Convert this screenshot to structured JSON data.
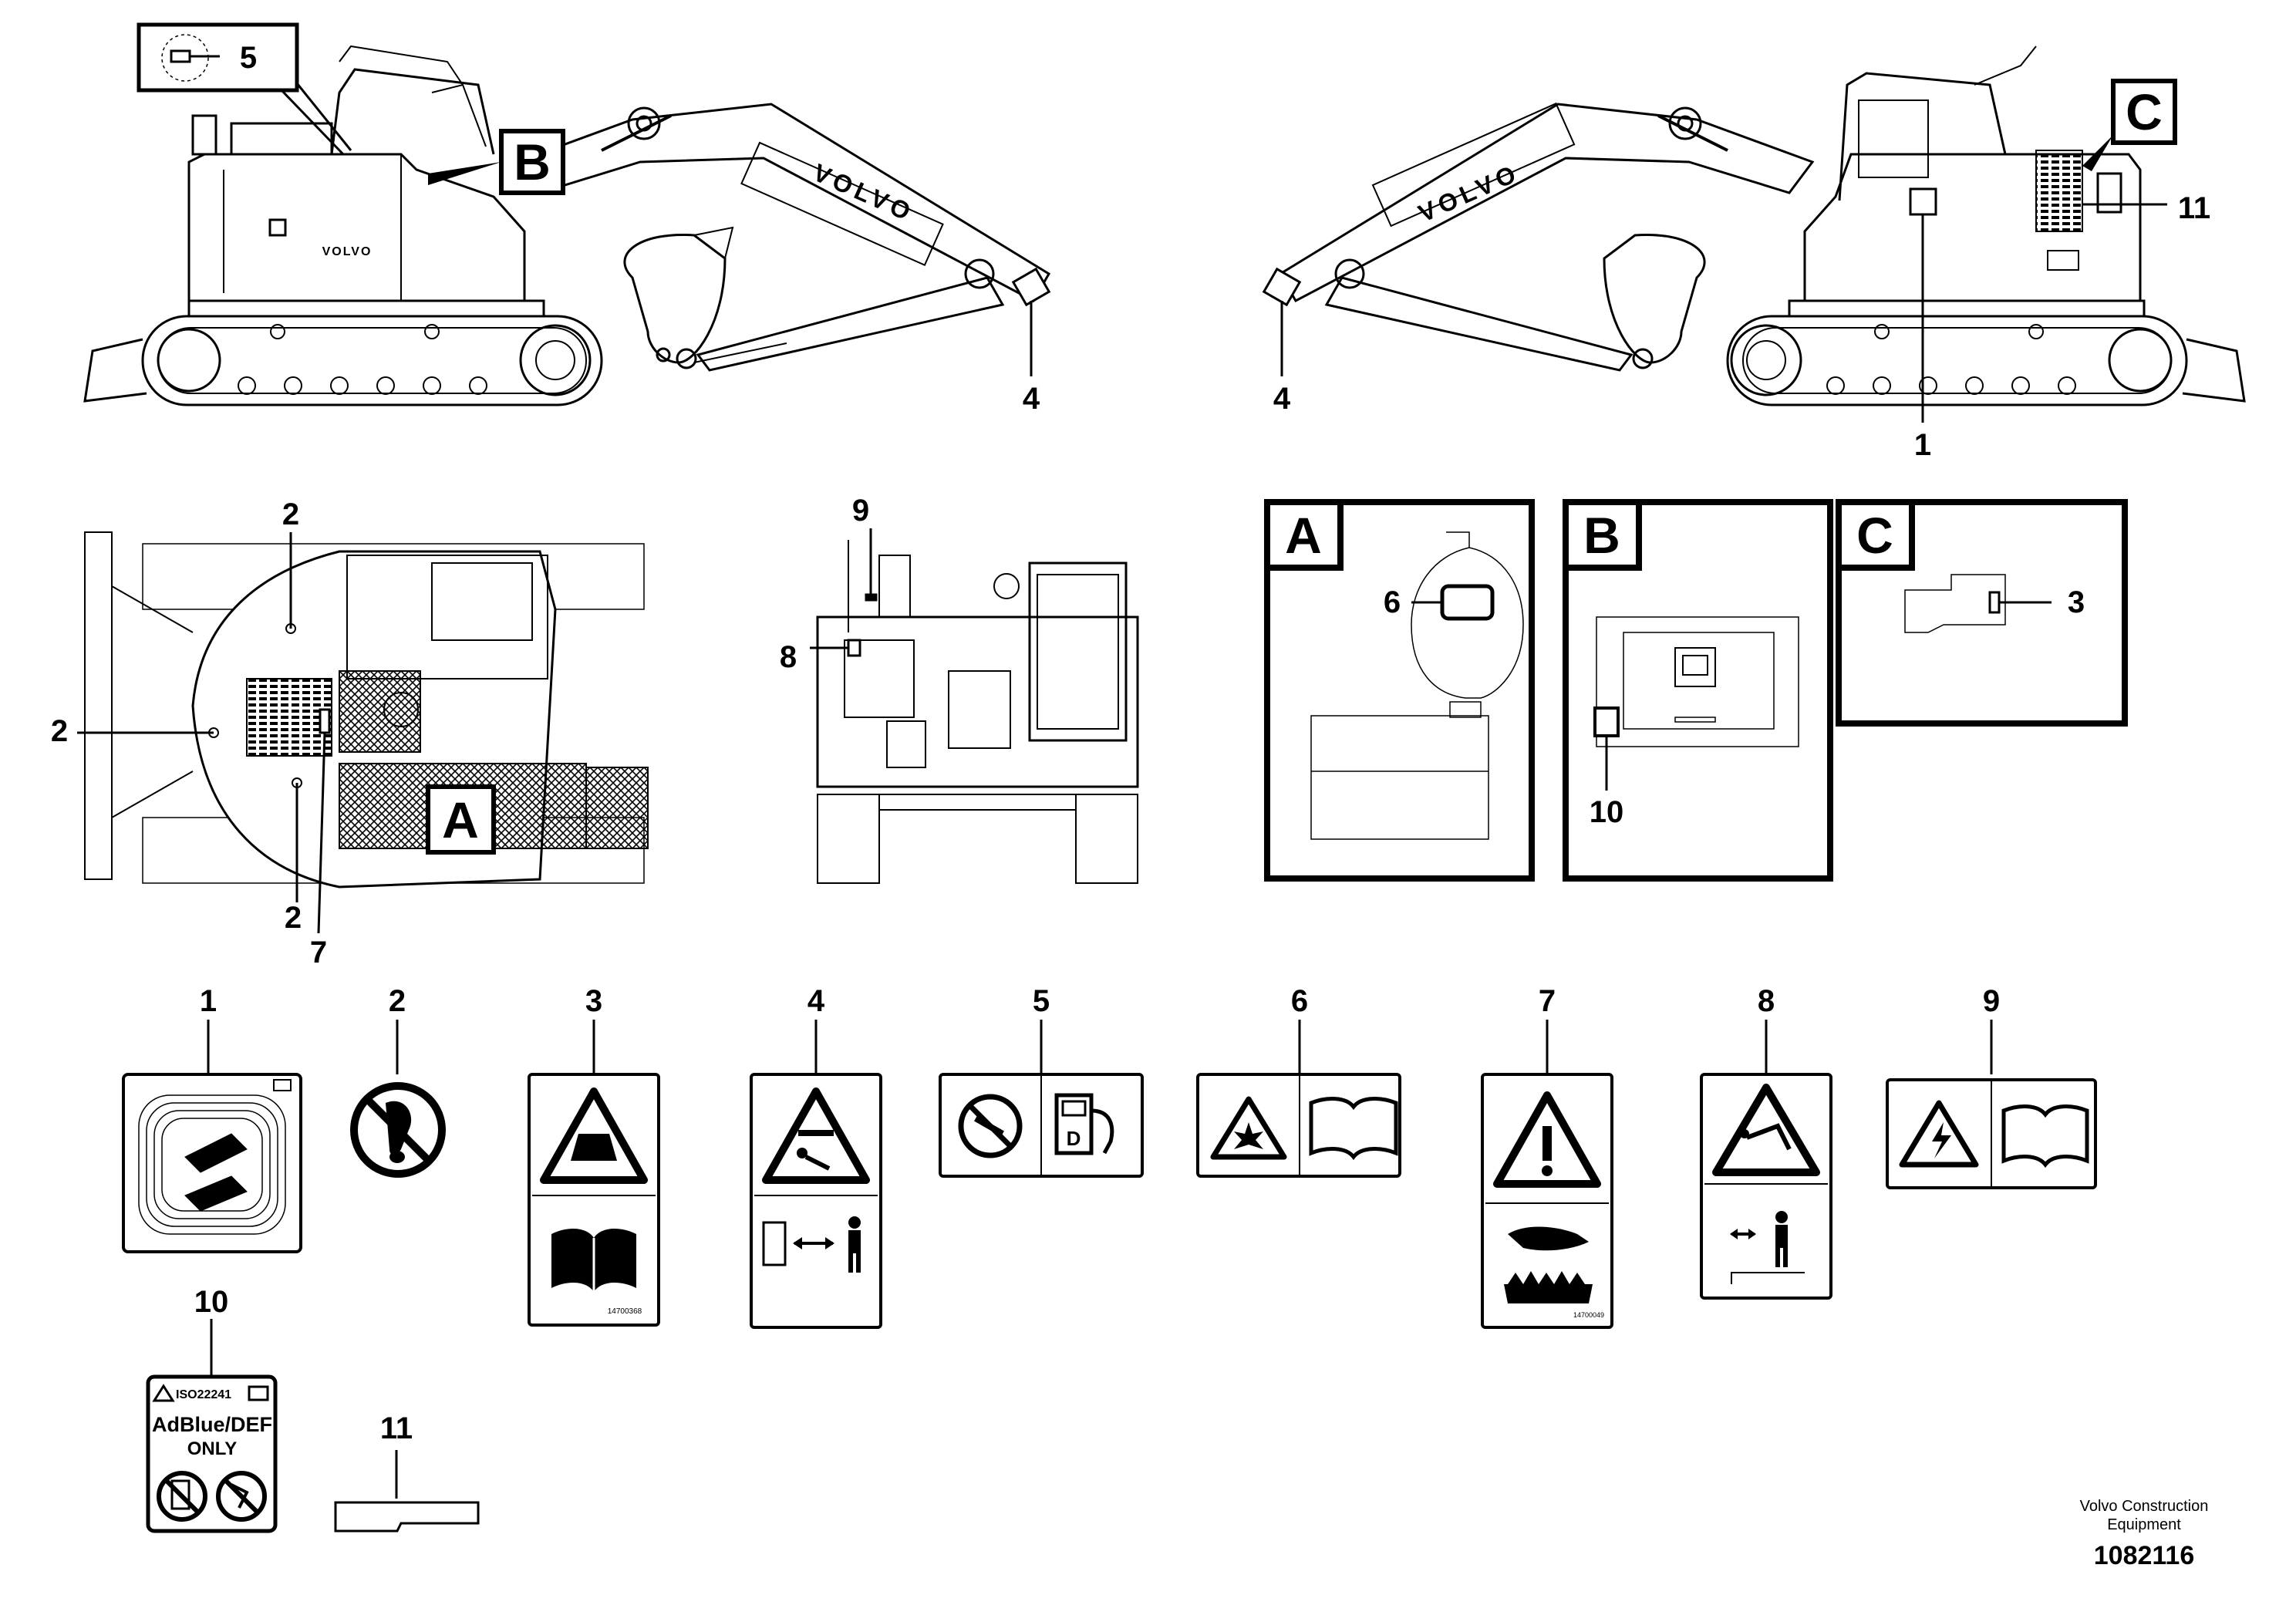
{
  "callouts": {
    "label_1": "1",
    "label_2": "2",
    "label_3": "3",
    "label_4": "4",
    "label_5": "5",
    "label_6": "6",
    "label_7": "7",
    "label_8": "8",
    "label_9": "9",
    "label_10": "10",
    "label_11": "11"
  },
  "detail_views": {
    "a": "A",
    "b": "B",
    "c": "C"
  },
  "machine_text": {
    "brand": "VOLVO"
  },
  "decal_10": {
    "standard": "ISO22241",
    "line1": "AdBlue/DEF",
    "line2": "ONLY"
  },
  "part_numbers": {
    "decal_3": "14700368",
    "decal_7": "14700049"
  },
  "footer": {
    "company_line1": "Volvo Construction",
    "company_line2": "Equipment",
    "figure_number": "1082116"
  }
}
